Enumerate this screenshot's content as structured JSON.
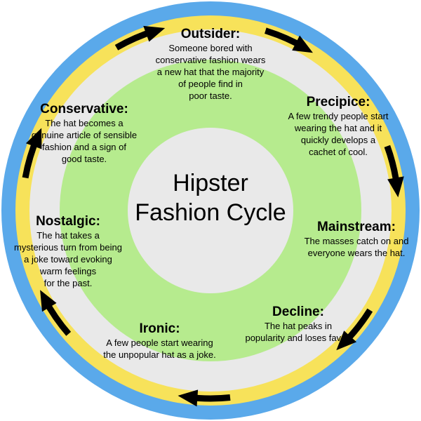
{
  "title_lines": [
    "Hipster",
    "Fashion Cycle"
  ],
  "colors": {
    "outer_ring": "#5aa9ea",
    "yellow_ring": "#f7e25a",
    "gray_ring": "#e9e9e9",
    "green_ring": "#b6eb8e",
    "center": "#e9e9e9",
    "arrow": "#000000"
  },
  "stages": [
    {
      "title": "Outsider:",
      "description": "Someone bored with\nconservative fashion wears\na new hat that the majority\nof people find in\npoor taste."
    },
    {
      "title": "Precipice:",
      "description": "A few trendy people start\nwearing the hat and it\nquickly develops a\ncachet of cool."
    },
    {
      "title": "Mainstream:",
      "description": "The masses catch on and\neveryone wears the hat."
    },
    {
      "title": "Decline:",
      "description": "The hat peaks in\npopularity and loses favor."
    },
    {
      "title": "Ironic:",
      "description": "A few people start wearing\nthe unpopular hat as a joke."
    },
    {
      "title": "Nostalgic:",
      "description": "The hat takes a\nmysterious turn from being\na joke toward evoking\nwarm feelings\nfor the past."
    },
    {
      "title": "Conservative:",
      "description": "The hat becomes a\ngenuine article of sensible\nfashion and a sign of\ngood taste."
    }
  ],
  "arrow_icons": [
    "arrow-icon",
    "arrow-icon",
    "arrow-icon",
    "arrow-icon",
    "arrow-icon",
    "arrow-icon",
    "arrow-icon"
  ]
}
